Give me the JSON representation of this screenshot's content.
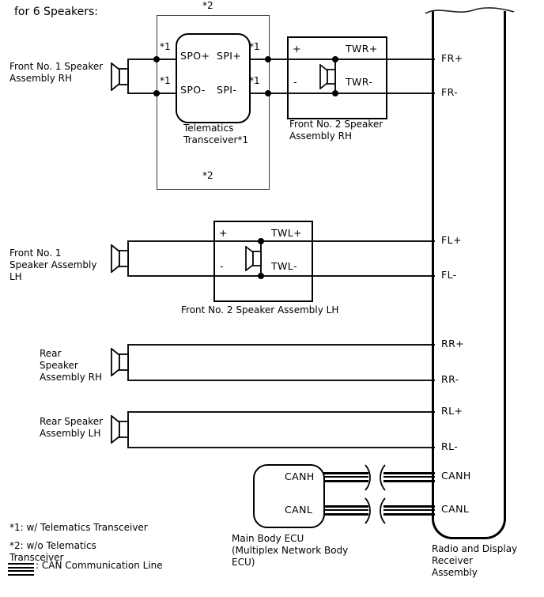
{
  "title": "for 6 Speakers:",
  "notes": {
    "n1": "*1",
    "n2": "*2"
  },
  "speakers": {
    "front1_rh": "Front No. 1 Speaker\nAssembly RH",
    "front1_lh": "Front No. 1\nSpeaker Assembly\nLH",
    "rear_rh": "Rear\nSpeaker\nAssembly RH",
    "rear_lh": "Rear Speaker\nAssembly LH"
  },
  "telematics": {
    "caption": "Telematics\nTransceiver*1",
    "spo_plus": "SPO+",
    "spi_plus": "SPI+",
    "spo_minus": "SPO-",
    "spi_minus": "SPI-"
  },
  "front2_rh": {
    "caption": "Front No. 2 Speaker\nAssembly RH",
    "plus": "+",
    "minus": "-",
    "t_plus": "TWR+",
    "t_minus": "TWR-"
  },
  "front2_lh": {
    "caption": "Front No. 2 Speaker Assembly LH",
    "plus": "+",
    "minus": "-",
    "t_plus": "TWL+",
    "t_minus": "TWL-"
  },
  "ecu": {
    "caption": "Main Body ECU\n(Multiplex Network Body\nECU)",
    "canh": "CANH",
    "canl": "CANL"
  },
  "radio": {
    "caption": "Radio and Display\nReceiver\nAssembly",
    "terminals": [
      "FR+",
      "FR-",
      "FL+",
      "FL-",
      "RR+",
      "RR-",
      "RL+",
      "RL-",
      "CANH",
      "CANL"
    ]
  },
  "footnotes": {
    "fn1": "*1: w/ Telematics Transceiver",
    "fn2": "*2: w/o Telematics\nTransceiver",
    "can_legend": ": CAN Communication Line"
  },
  "colors": {
    "line": "#141414",
    "ink": "#000000"
  }
}
